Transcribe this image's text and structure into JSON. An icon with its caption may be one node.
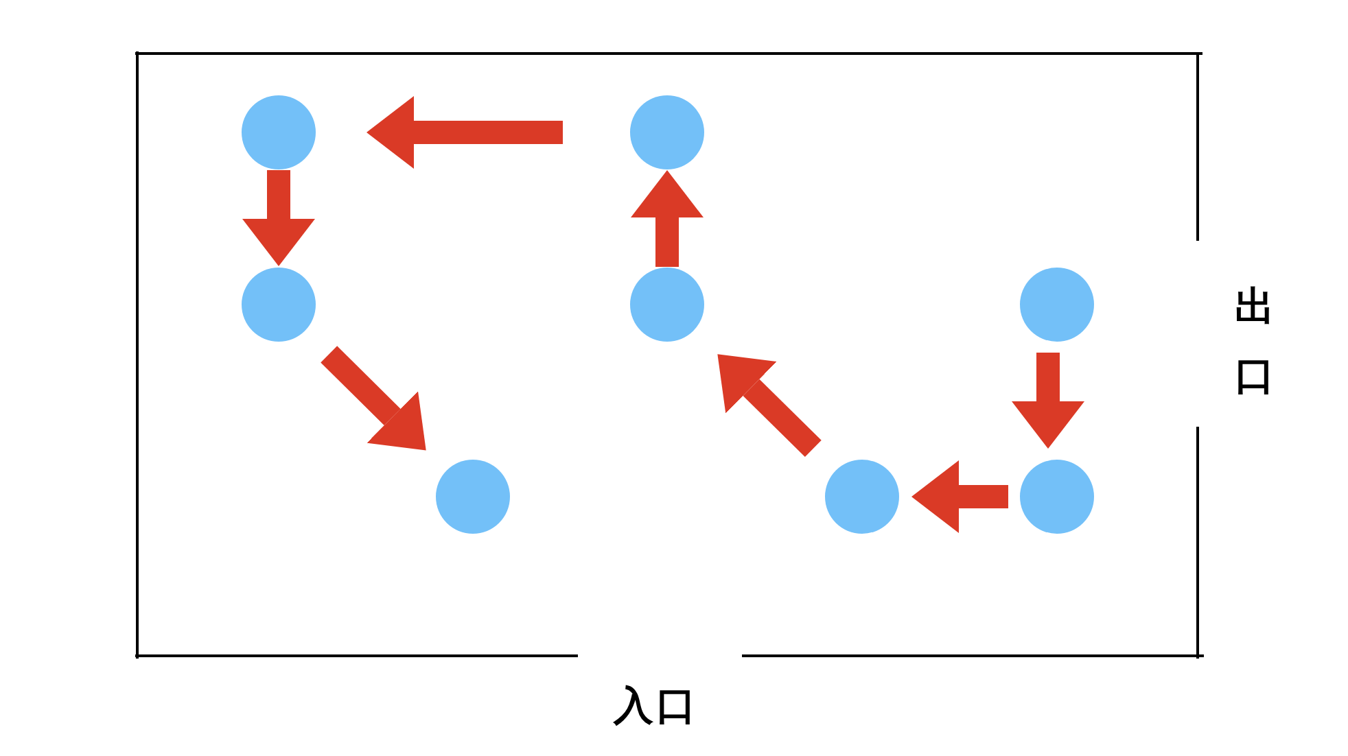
{
  "diagram": {
    "nodes": [
      {
        "text": [],
        "shape": "circle"
      },
      {
        "text": [],
        "shape": "circle"
      },
      {
        "text": [],
        "shape": "circle"
      },
      {
        "text": [],
        "shape": "circle"
      },
      {
        "text": [],
        "shape": "circle"
      },
      {
        "text": [],
        "shape": "circle"
      },
      {
        "text": [],
        "shape": "circle"
      },
      {
        "text": [],
        "shape": "circle"
      }
    ],
    "edges": [
      {
        "from": 4,
        "to": 7,
        "arrow": "to"
      },
      {
        "from": 7,
        "to": 6,
        "arrow": "to"
      },
      {
        "from": 6,
        "to": 3,
        "arrow": "to"
      },
      {
        "from": 3,
        "to": 1,
        "arrow": "to"
      },
      {
        "from": 1,
        "to": 0,
        "arrow": "to"
      },
      {
        "from": 0,
        "to": 2,
        "arrow": "to"
      },
      {
        "from": 2,
        "to": 5,
        "arrow": "to"
      }
    ],
    "labels": [
      "出口",
      "入口"
    ]
  }
}
